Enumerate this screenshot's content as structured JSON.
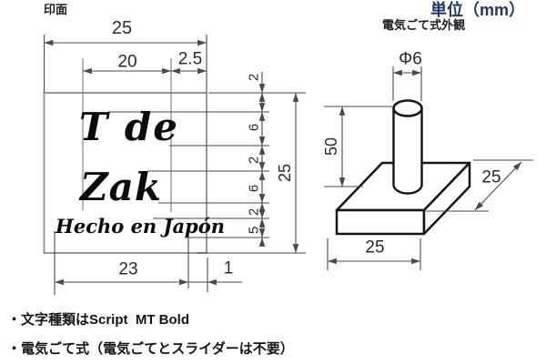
{
  "stamp": {
    "title": "印面",
    "lines": [
      "T de",
      "Zak",
      "Hecho en Japón"
    ],
    "dims": {
      "width_total": "25",
      "text_width": "20",
      "right_margin": "2.5",
      "rows": [
        "2",
        "6",
        "2",
        "6",
        "2",
        "5"
      ],
      "height_total": "25",
      "bottom_width": "23",
      "bottom_right_margin": "1"
    }
  },
  "iron": {
    "unit": "単位（mm）",
    "title": "電気ごて式外観",
    "dims": {
      "diameter": "Φ6",
      "shaft_length": "50",
      "depth": "25",
      "width": "25"
    }
  },
  "notes": [
    "・文字種類はScript  MT Bold",
    "・電気ごて式（電気ごてとスライダーは不要）"
  ],
  "colors": {
    "unit_label": "#1f3864",
    "dim_line": "#4a4a4a",
    "outline": "#151515"
  }
}
